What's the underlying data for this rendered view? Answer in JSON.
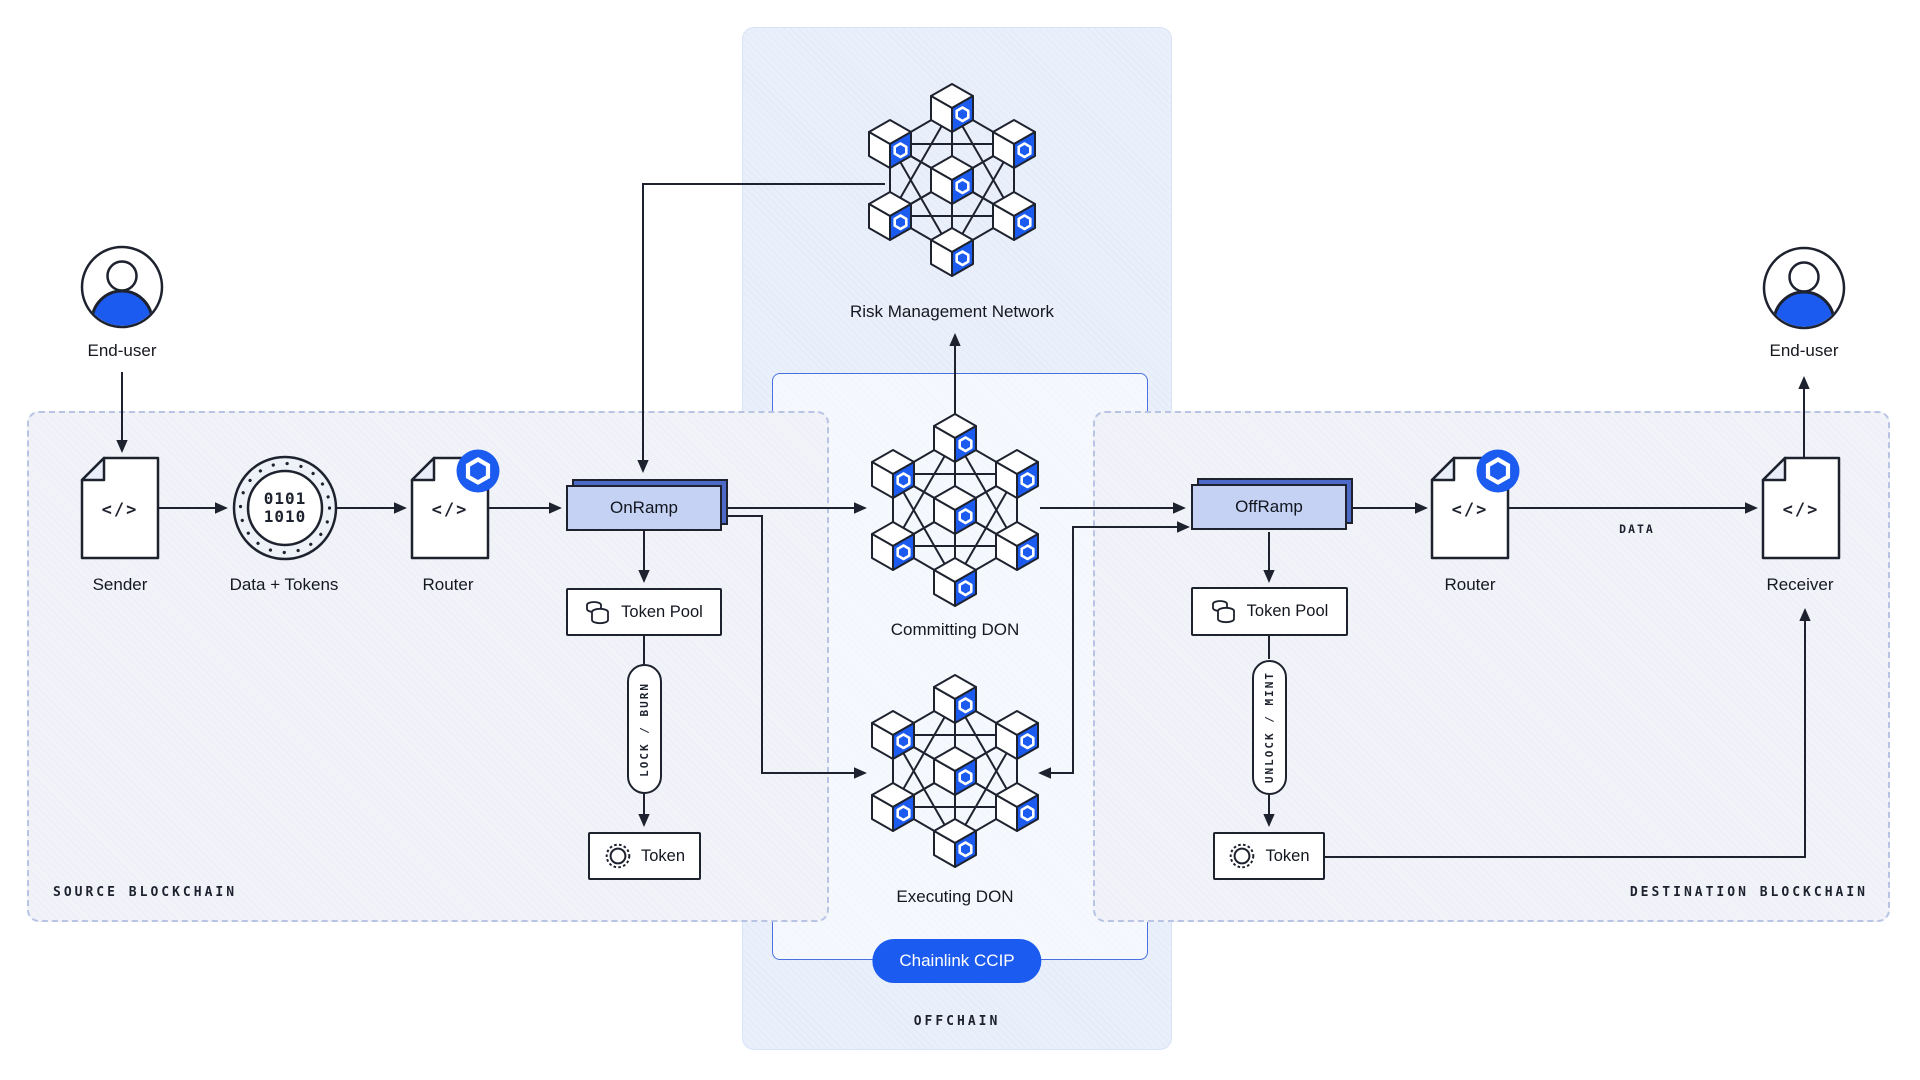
{
  "panels": {
    "source_label": "SOURCE BLOCKCHAIN",
    "destination_label": "DESTINATION BLOCKCHAIN",
    "offchain_label": "OFFCHAIN",
    "ccip_badge": "Chainlink CCIP"
  },
  "glyphs": {
    "code": "</>",
    "user_icon": "end-user avatar",
    "chainlink_badge": "chainlink-hexagon"
  },
  "source": {
    "end_user": "End-user",
    "sender": "Sender",
    "data_tokens_label": "Data + Tokens",
    "binary_line1": "0101",
    "binary_line2": "1010",
    "router": "Router",
    "onramp": "OnRamp",
    "token_pool": "Token Pool",
    "lock_burn": "LOCK / BURN",
    "token": "Token"
  },
  "offchain": {
    "risk_management": "Risk Management Network",
    "committing_don": "Committing DON",
    "executing_don": "Executing DON"
  },
  "destination": {
    "offramp": "OffRamp",
    "token_pool": "Token Pool",
    "unlock_mint": "UNLOCK / MINT",
    "token": "Token",
    "router": "Router",
    "receiver": "Receiver",
    "end_user": "End-user",
    "data_label": "DATA"
  },
  "colors": {
    "accent_blue": "#1c5bf0",
    "ramp_front": "#c5d2f4",
    "ramp_back": "#4e6ac8",
    "ink": "#1d222e",
    "offchain_bg": "#e9effb",
    "panel_bg": "#f1f3f8"
  }
}
